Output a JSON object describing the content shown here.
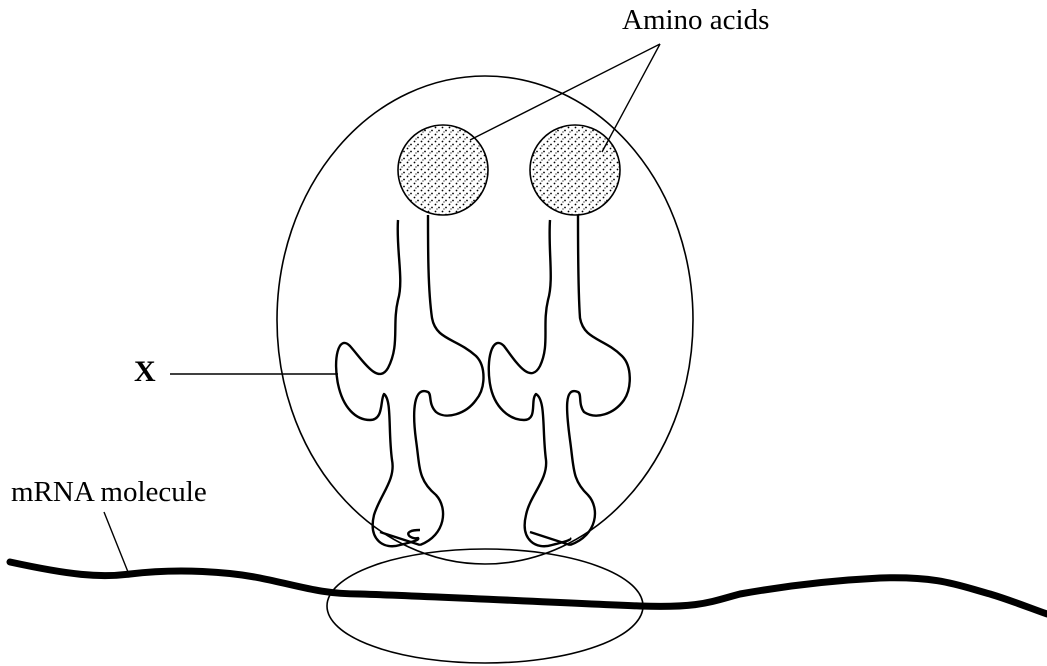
{
  "labels": {
    "amino_acids": "Amino acids",
    "x": "X",
    "mrna": "mRNA molecule"
  },
  "colors": {
    "stroke": "#000000",
    "background": "#ffffff"
  }
}
